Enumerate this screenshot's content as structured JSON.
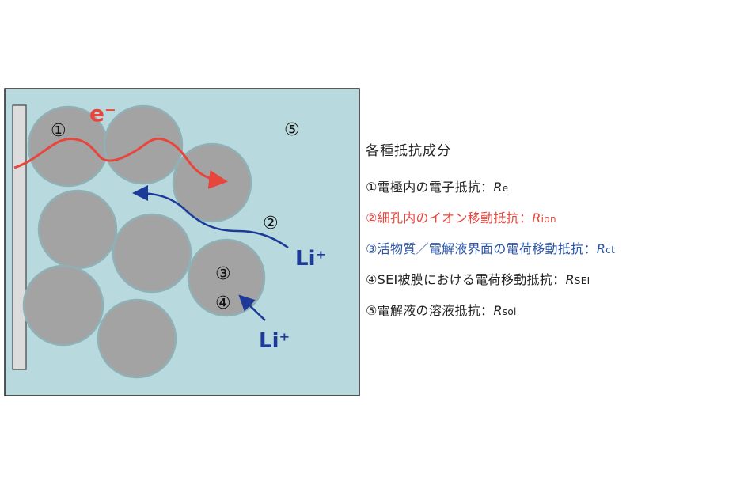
{
  "diagram": {
    "electron_label": "e⁻",
    "ion_label_upper": "Li⁺",
    "ion_label_lower": "Li⁺",
    "markers": {
      "m1": "①",
      "m2": "②",
      "m3": "③",
      "m4": "④",
      "m5": "⑤"
    },
    "colors": {
      "electrolyte": "#b8d9dd",
      "particle": "#a3a3a3",
      "particle_edge": "#8fb1b5",
      "collector": "#dcdcdc",
      "electron_path": "#e8453c",
      "ion_path": "#1d3a99",
      "border": "#222222"
    }
  },
  "legend": {
    "title": "各種抵抗成分",
    "items": [
      {
        "text": "①電極内の電子抵抗：",
        "symbol": "R",
        "sub": "e",
        "color": "#222222"
      },
      {
        "text": "②細孔内のイオン移動抵抗：",
        "symbol": "R",
        "sub": "ion",
        "color": "#e8453c"
      },
      {
        "text": "③活物質／電解液界面の電荷移動抵抗：",
        "symbol": "R",
        "sub": "ct",
        "color": "#2a55a8"
      },
      {
        "text": "④SEI被膜における電荷移動抵抗：",
        "symbol": "R",
        "sub": "SEI",
        "color": "#222222"
      },
      {
        "text": "⑤電解液の溶液抵抗：",
        "symbol": "R",
        "sub": "sol",
        "color": "#222222"
      }
    ]
  }
}
